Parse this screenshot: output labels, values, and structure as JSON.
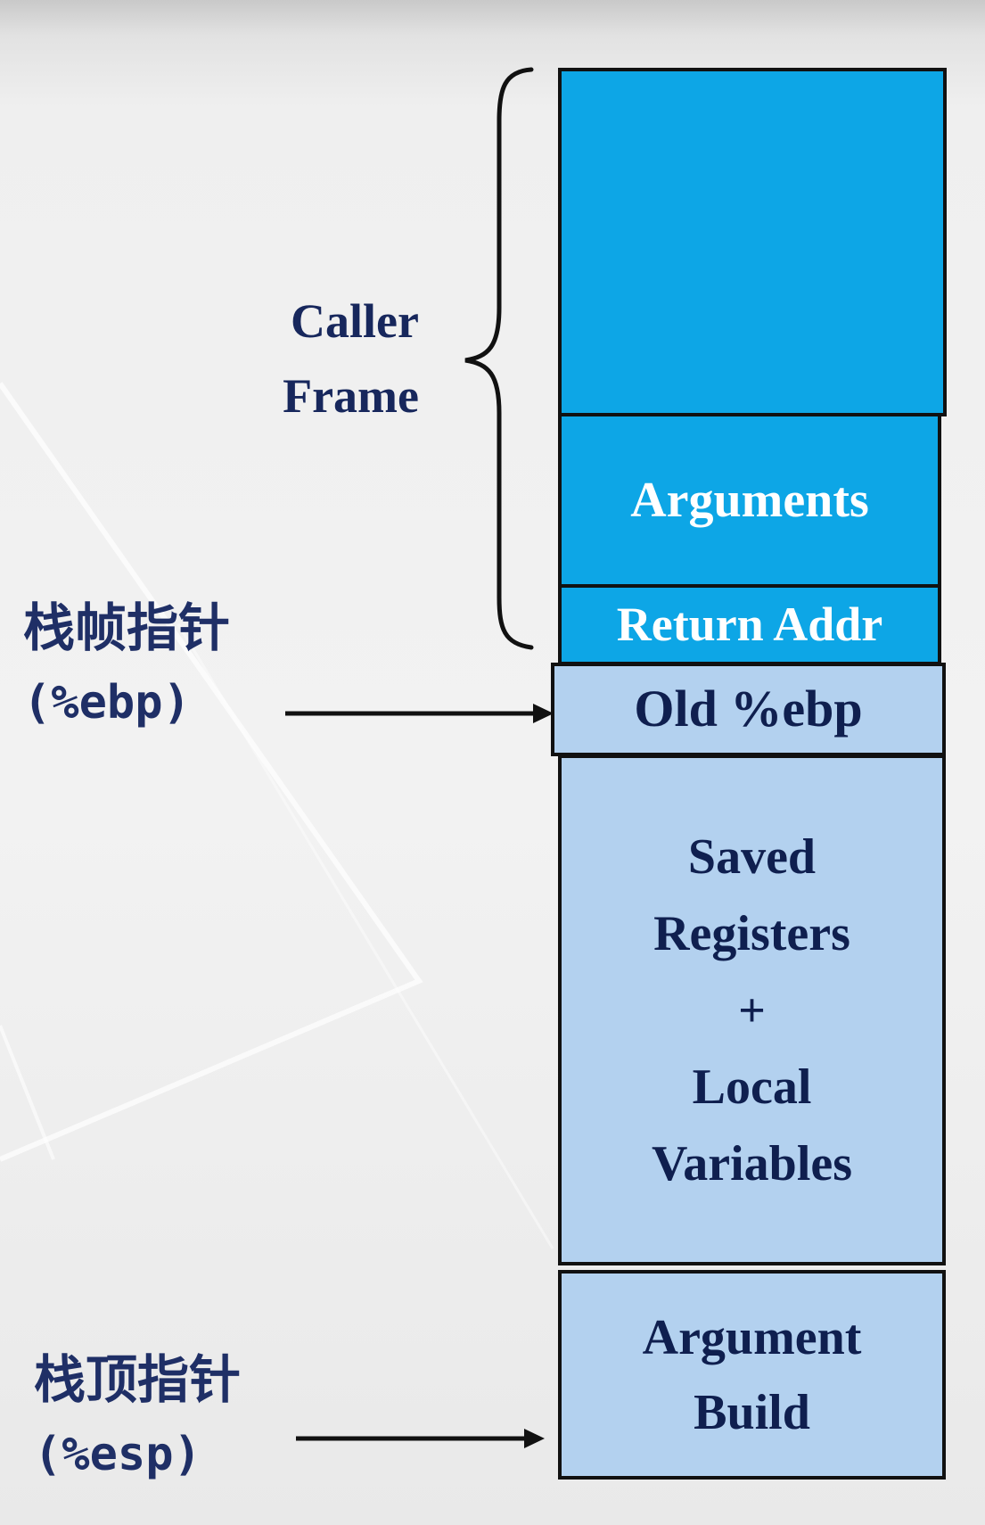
{
  "caller_frame": {
    "lines": [
      "Caller",
      "Frame"
    ]
  },
  "stack_blocks": [
    {
      "id": "caller-top",
      "lines": [],
      "shade": "dark"
    },
    {
      "id": "arguments",
      "lines": [
        "Arguments"
      ],
      "shade": "dark"
    },
    {
      "id": "return-addr",
      "lines": [
        "Return Addr"
      ],
      "shade": "dark"
    },
    {
      "id": "old-ebp",
      "lines": [
        "Old %ebp"
      ],
      "shade": "light"
    },
    {
      "id": "saved-registers-locals",
      "lines": [
        "Saved",
        "Registers",
        "+",
        "Local",
        "Variables"
      ],
      "shade": "light"
    },
    {
      "id": "argument-build",
      "lines": [
        "Argument",
        "Build"
      ],
      "shade": "light"
    }
  ],
  "pointers": {
    "frame_pointer": {
      "label": "栈帧指针",
      "register": "(%ebp)"
    },
    "stack_pointer": {
      "label": "栈顶指针",
      "register": "(%esp)"
    }
  },
  "colors": {
    "caller_frame_fill": "#0da6e6",
    "callee_frame_fill": "#b3d1ef",
    "text_dark": "#0f1f4f",
    "text_light": "#ffffff",
    "border": "#111111"
  }
}
